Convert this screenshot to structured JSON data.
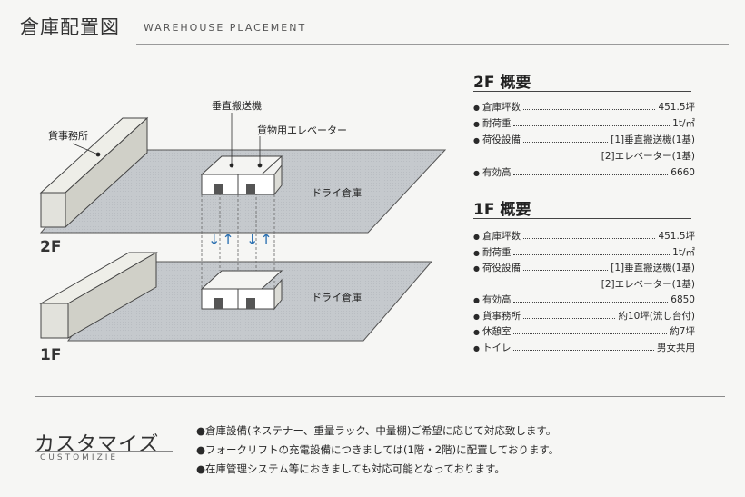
{
  "header": {
    "title": "倉庫配置図",
    "subtitle": "WAREHOUSE PLACEMENT"
  },
  "diagram": {
    "labels": {
      "office": "貨事務所",
      "vertical_conveyor": "垂直搬送機",
      "cargo_elevator": "貨物用エレベーター",
      "dry_warehouse_2f": "ドライ倉庫",
      "dry_warehouse_1f": "ドライ倉庫"
    },
    "floors": {
      "upper": "2F",
      "lower": "1F"
    },
    "arrows": [
      "↓↑",
      "↓↑"
    ]
  },
  "overview_2f": {
    "title": "2F 概要",
    "rows": [
      {
        "label": "倉庫坪数",
        "value": "451.5坪"
      },
      {
        "label": "耐荷重",
        "value": "1t/㎡"
      },
      {
        "label": "荷役設備",
        "value": "[1]垂直搬送機(1基)",
        "cont": "[2]エレベーター(1基)"
      },
      {
        "label": "有効高",
        "value": "6660"
      }
    ]
  },
  "overview_1f": {
    "title": "1F 概要",
    "rows": [
      {
        "label": "倉庫坪数",
        "value": "451.5坪"
      },
      {
        "label": "耐荷重",
        "value": "1t/㎡"
      },
      {
        "label": "荷役設備",
        "value": "[1]垂直搬送機(1基)",
        "cont": "[2]エレベーター(1基)"
      },
      {
        "label": "有効高",
        "value": "6850"
      },
      {
        "label": "貨事務所",
        "value": "約10坪(流し台付)"
      },
      {
        "label": "休憩室",
        "value": "約7坪"
      },
      {
        "label": "トイレ",
        "value": "男女共用"
      }
    ]
  },
  "customize": {
    "title": "カスタマイズ",
    "subtitle": "CUSTOMIZIE",
    "items": [
      "倉庫設備(ネステナー、重量ラック、中量棚)ご希望に応じて対応致します。",
      "フォークリフトの充電設備につきましては(1階・2階)に配置しております。",
      "在庫管理システム等におきましても対応可能となっております。"
    ]
  },
  "bullet_char": "●"
}
